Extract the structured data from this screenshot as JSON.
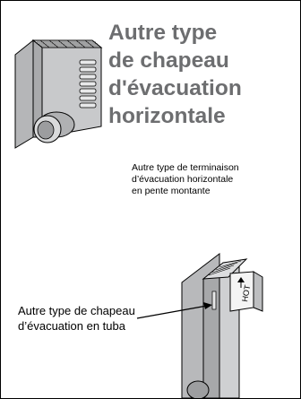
{
  "title_lines": [
    "Autre type",
    "de chapeau",
    "d'évacuation",
    "horizontale"
  ],
  "caption_horizontal_lines": [
    "Autre type de terminaison",
    "d’évacuation horizontale",
    "en pente montante"
  ],
  "caption_snorkel_lines": [
    "Autre type de chapeau",
    "d’évacuation en tuba"
  ],
  "hot_label": "HOT",
  "colors": {
    "title": "#6d6e70",
    "illustration_fill": "#c8c9cb",
    "outline": "#000000"
  }
}
